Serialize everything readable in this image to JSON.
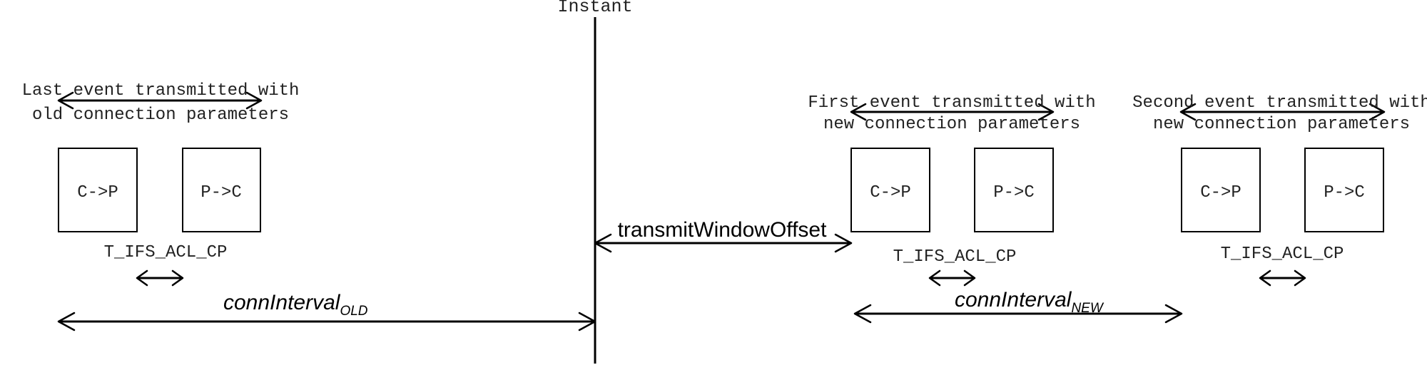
{
  "instant_label": "Instant",
  "groups": [
    {
      "caption_line1": "Last event transmitted with",
      "caption_line2": "old connection parameters",
      "box_left": "C->P",
      "box_right": "P->C",
      "ifs_label": "T_IFS_ACL_CP"
    },
    {
      "caption_line1": "First event transmitted with",
      "caption_line2": "new connection parameters",
      "box_left": "C->P",
      "box_right": "P->C",
      "ifs_label": "T_IFS_ACL_CP"
    },
    {
      "caption_line1": "Second event transmitted with",
      "caption_line2": "new connection parameters",
      "box_left": "C->P",
      "box_right": "P->C",
      "ifs_label": "T_IFS_ACL_CP"
    }
  ],
  "transmit_window_offset": "transmitWindowOffset",
  "conn_interval_old": {
    "base": "connInterval",
    "sub": "OLD"
  },
  "conn_interval_new": {
    "base": "connInterval",
    "sub": "NEW"
  }
}
